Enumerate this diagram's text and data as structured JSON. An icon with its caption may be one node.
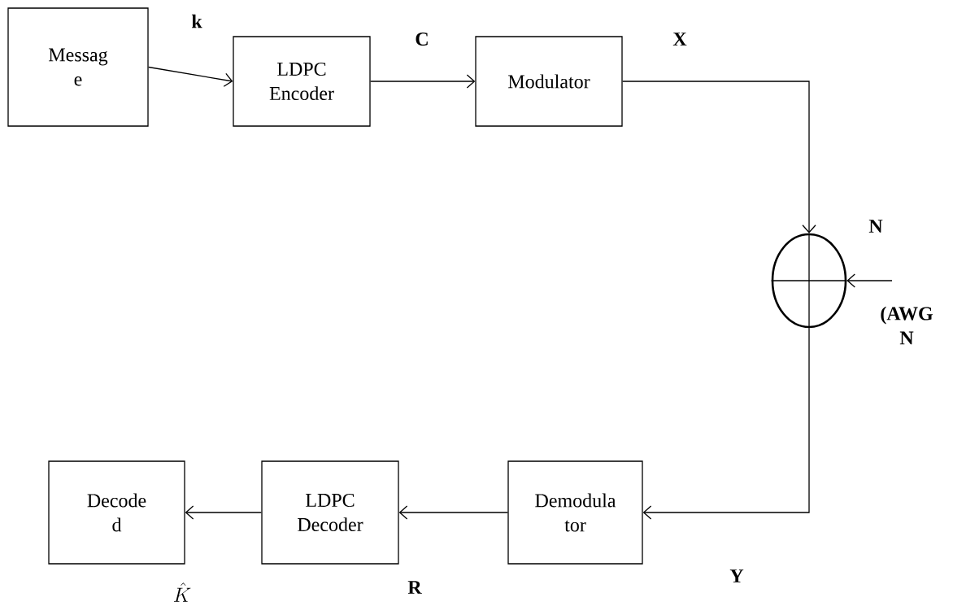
{
  "diagram": {
    "nodes": [
      {
        "text": [
          "Messag e"
        ]
      },
      {
        "text": [
          "LDPC Encoder"
        ]
      },
      {
        "text": [
          "Modulator"
        ]
      },
      {
        "text": [],
        "shape": "circle"
      },
      {
        "text": [
          "Demodula tor"
        ]
      },
      {
        "text": [
          "LDPC Decoder"
        ]
      },
      {
        "text": [
          "Decode d"
        ]
      }
    ],
    "edges": [
      {
        "from": 0,
        "to": 1,
        "arrow": "to"
      },
      {
        "from": 1,
        "to": 2,
        "arrow": "to"
      },
      {
        "from": 2,
        "to": 3,
        "arrow": "to"
      },
      {
        "from": null,
        "to": 3,
        "arrow": "to"
      },
      {
        "from": 3,
        "to": 4,
        "arrow": "to"
      },
      {
        "from": 4,
        "to": 5,
        "arrow": "to"
      },
      {
        "from": 5,
        "to": 6,
        "arrow": "to"
      }
    ],
    "labels": [
      "k",
      "C",
      "X",
      "N",
      "(AWG N",
      "Y",
      "R",
      "\\hat{K}"
    ]
  }
}
